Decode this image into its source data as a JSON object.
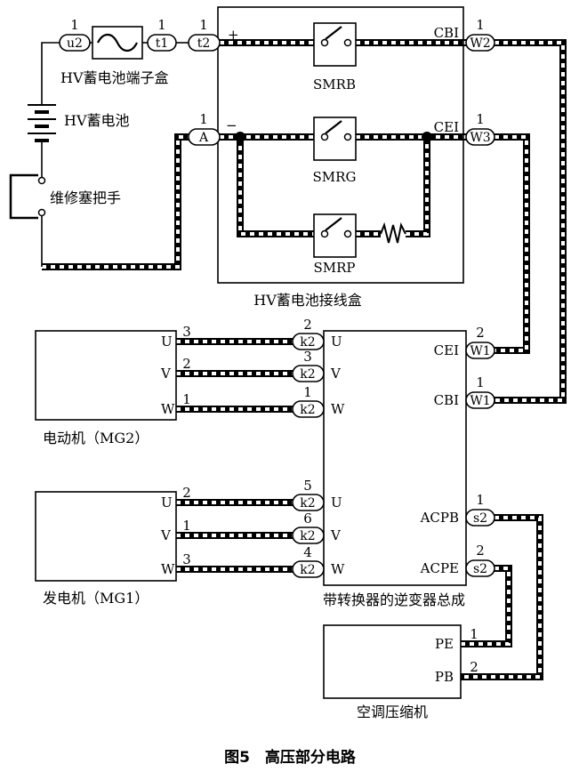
{
  "caption": "图5　高压部分电路",
  "components": {
    "terminal_box": "HV蓄电池端子盒",
    "battery": "HV蓄电池",
    "service_plug": "维修塞把手",
    "junction_box": "HV蓄电池接线盒",
    "smrb": "SMRB",
    "smrg": "SMRG",
    "smrp": "SMRP",
    "plus_sign": "+",
    "minus_sign": "−",
    "inverter": "带转换器的逆变器总成",
    "mg2": "电动机（MG2）",
    "mg1": "发电机（MG1）",
    "compressor": "空调压缩机"
  },
  "connectors": {
    "u2": "u2",
    "t1": "t1",
    "t2": "t2",
    "a": "A",
    "w2": "W2",
    "w3": "W3",
    "w1": "W1",
    "k2": "k2",
    "s2": "s2"
  },
  "pins": {
    "cbi": "CBI",
    "cei": "CEI",
    "u": "U",
    "v": "V",
    "w": "W",
    "acpb": "ACPB",
    "acpe": "ACPE",
    "pe": "PE",
    "pb": "PB"
  },
  "wire_numbers": {
    "u2": "1",
    "t1": "1",
    "t2": "1",
    "a": "1",
    "w2": "1",
    "w3": "1",
    "w1_top": "2",
    "w1_bottom": "1",
    "mg2_u": "3",
    "mg2_v": "2",
    "mg2_w": "1",
    "k2_mg2_u": "2",
    "k2_mg2_v": "3",
    "k2_mg2_w": "1",
    "mg1_u": "2",
    "mg1_v": "1",
    "mg1_w": "3",
    "k2_mg1_u": "5",
    "k2_mg1_v": "6",
    "k2_mg1_w": "4",
    "s2_top": "1",
    "s2_bottom": "2",
    "pe": "1",
    "pb": "2"
  }
}
